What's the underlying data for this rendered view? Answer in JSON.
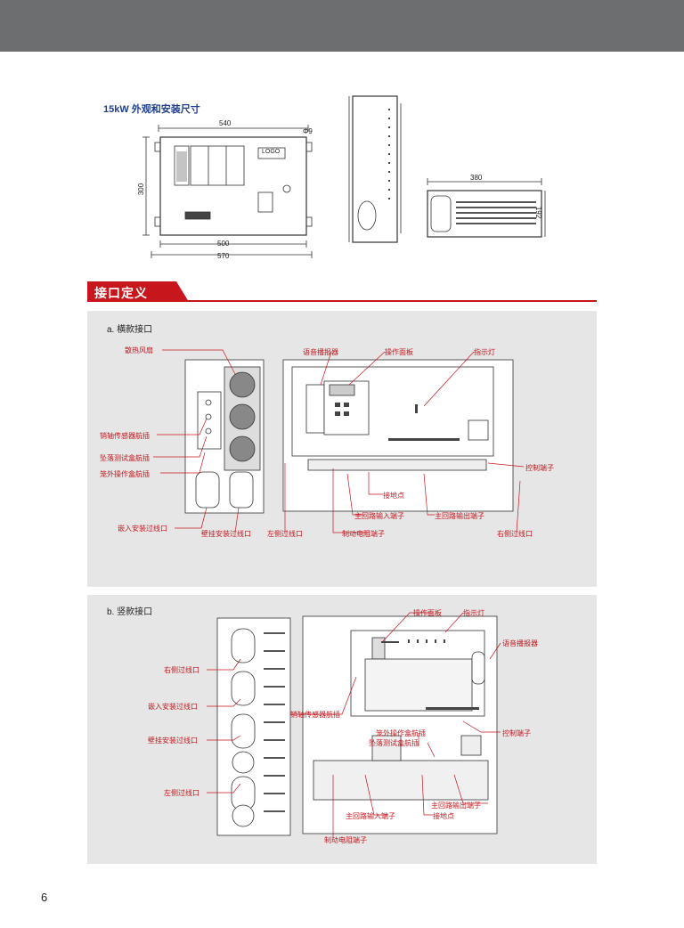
{
  "spec": {
    "title": "15kW 外观和安装尺寸",
    "dims": {
      "w540": "540",
      "phi9": "Φ9",
      "h300": "300",
      "w500": "500",
      "w570": "570",
      "w380": "380",
      "h192": "192"
    },
    "logo": "LOGO"
  },
  "section": {
    "title": "接口定义"
  },
  "panel_a": {
    "title": "a. 横款接口",
    "callouts": {
      "fan": "散热风扇",
      "pin_sensor": "销轴传感器航插",
      "fall_test": "坠落测试盒航插",
      "cage_box": "笼外操作盒航插",
      "embed": "嵌入安装过线口",
      "hang": "壁挂安装过线口",
      "left": "左侧过线口",
      "brake": "制动电阻端子",
      "voice": "语音播报器",
      "op_panel": "操作面板",
      "indicator": "指示灯",
      "ctrl": "控制端子",
      "ground": "接地点",
      "main_in": "主回路输入端子",
      "main_out": "主回路输出端子",
      "right": "右侧过线口"
    }
  },
  "panel_b": {
    "title": "b. 竖款接口",
    "callouts": {
      "right": "右侧过线口",
      "embed": "嵌入安装过线口",
      "hang": "壁挂安装过线口",
      "left": "左侧过线口",
      "op_panel": "操作面板",
      "indicator": "指示灯",
      "voice": "语音播报器",
      "pin_sensor": "销轴传感器航插",
      "ctrl": "控制端子",
      "cage_box": "笼外操作盒航插",
      "fall_test": "坠落测试盒航插",
      "main_out": "主回路输出端子",
      "main_in": "主回路输入端子",
      "ground": "接地点",
      "brake": "制动电阻端子"
    }
  },
  "page_number": "6"
}
